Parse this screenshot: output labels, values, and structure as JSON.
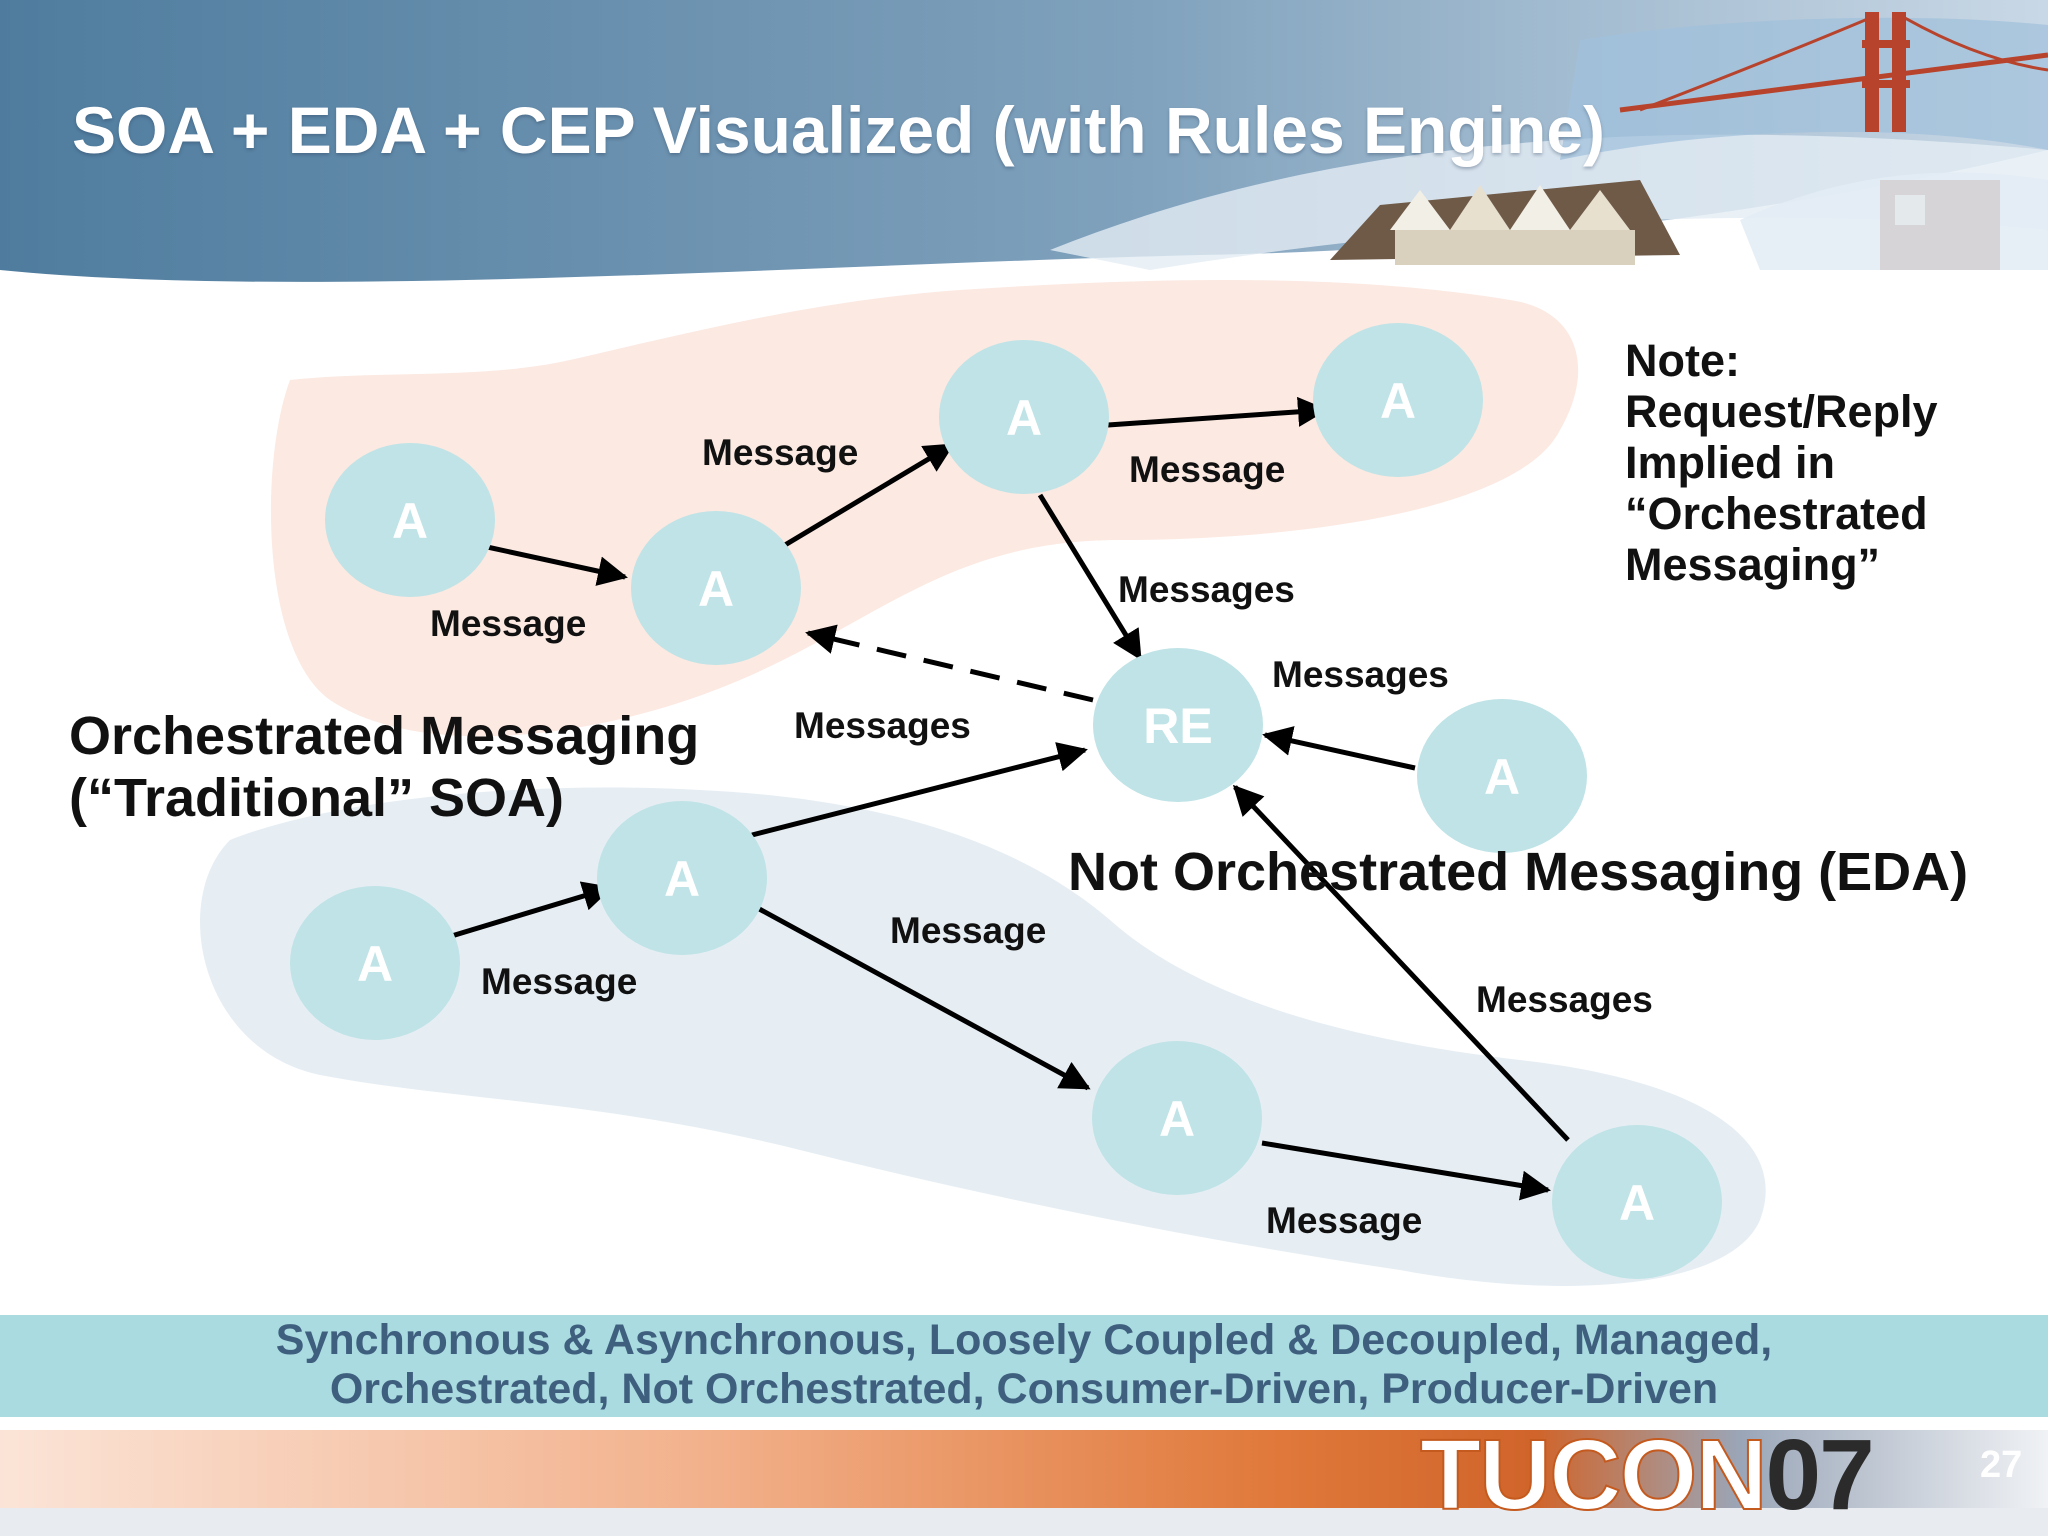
{
  "slide": {
    "title": "SOA  + EDA + CEP Visualized (with Rules Engine)",
    "page_number": "27"
  },
  "headings": {
    "orchestrated_line1": "Orchestrated Messaging",
    "orchestrated_line2": "(“Traditional” SOA)",
    "not_orchestrated": "Not Orchestrated Messaging (EDA)"
  },
  "note": {
    "line1": "Note:",
    "line2": "Request/Reply",
    "line3": "Implied in",
    "line4": "“Orchestrated",
    "line5": "Messaging”"
  },
  "nodes": {
    "agent_label": "A",
    "rules_engine_label": "RE"
  },
  "edge_labels": {
    "message": "Message",
    "messages": "Messages"
  },
  "summary": {
    "line1": "Synchronous & Asynchronous, Loosely Coupled & Decoupled, Managed,",
    "line2": "Orchestrated,  Not Orchestrated, Consumer-Driven, Producer-Driven"
  },
  "footer": {
    "logo_text": "TUCON",
    "logo_year": "07"
  },
  "colors": {
    "node_fill": "#bfe3e6",
    "orchestrated_region": "#fbe9e2",
    "eda_region": "#e6eef4",
    "header_blue": "#5d87a6",
    "summary_band": "#a9dbe0"
  }
}
